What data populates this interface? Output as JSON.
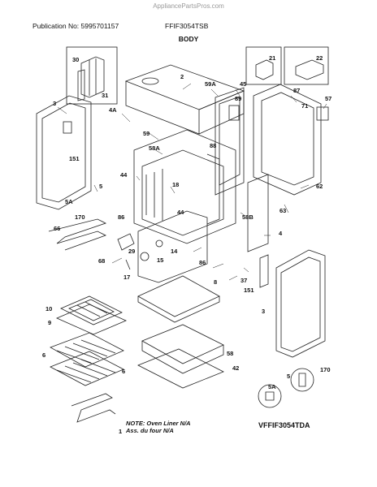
{
  "header": {
    "site": "AppliancePartsPros.com",
    "publication": "Publication No: 5995701157",
    "model": "FFIF3054TSB",
    "section": "BODY"
  },
  "footer": {
    "note_line1": "NOTE: Oven Liner N/A",
    "note_line2": "Ass. du four N/A",
    "diagram_code": "VFFIF3054TDA"
  },
  "callouts": [
    "30",
    "31",
    "3",
    "151",
    "2",
    "59A",
    "45",
    "21",
    "22",
    "87",
    "71",
    "57",
    "89",
    "4A",
    "59",
    "58A",
    "88",
    "44",
    "18",
    "62",
    "63",
    "5A",
    "5",
    "170",
    "86",
    "44",
    "58B",
    "4",
    "66",
    "29",
    "14",
    "15",
    "17",
    "68",
    "86",
    "37",
    "151",
    "8",
    "3",
    "10",
    "9",
    "6",
    "6",
    "58",
    "42",
    "5",
    "5A",
    "170",
    "1"
  ]
}
